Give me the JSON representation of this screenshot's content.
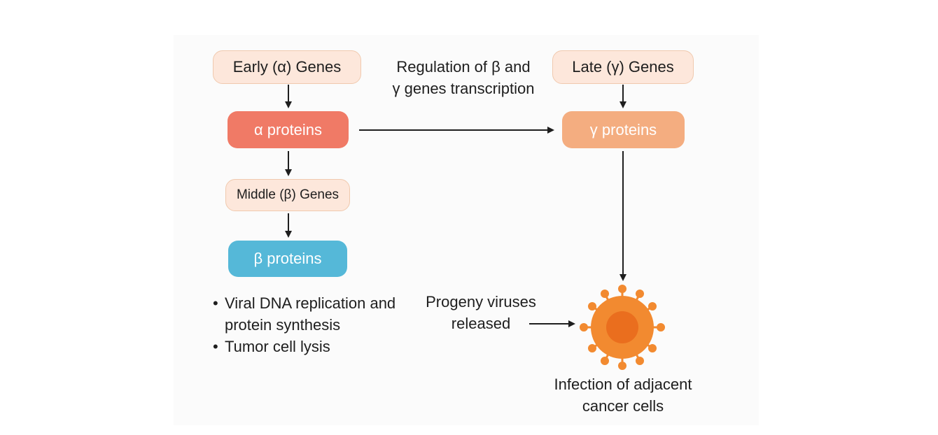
{
  "nodes": {
    "early_genes": "Early (α) Genes",
    "alpha_proteins": "α proteins",
    "middle_genes": "Middle (β) Genes",
    "beta_proteins": "β proteins",
    "late_genes": "Late (γ) Genes",
    "gamma_proteins": "γ proteins"
  },
  "labels": {
    "regulation_line1": "Regulation of β and",
    "regulation_line2": "γ genes transcription",
    "progeny_line1": "Progeny viruses",
    "progeny_line2": "released",
    "infection_line1": "Infection of adjacent",
    "infection_line2": "cancer cells"
  },
  "bullets": [
    "Viral DNA replication and protein synthesis",
    "Tumor cell lysis"
  ],
  "colors": {
    "alpha": "#f07a66",
    "beta": "#55b8d8",
    "gamma": "#f4ad80",
    "gene_fill": "#fde7db",
    "cell": "#f28a30",
    "cell_nucleus": "#ea6e1e"
  },
  "icons": {
    "cell": "cancer-cell-icon"
  }
}
